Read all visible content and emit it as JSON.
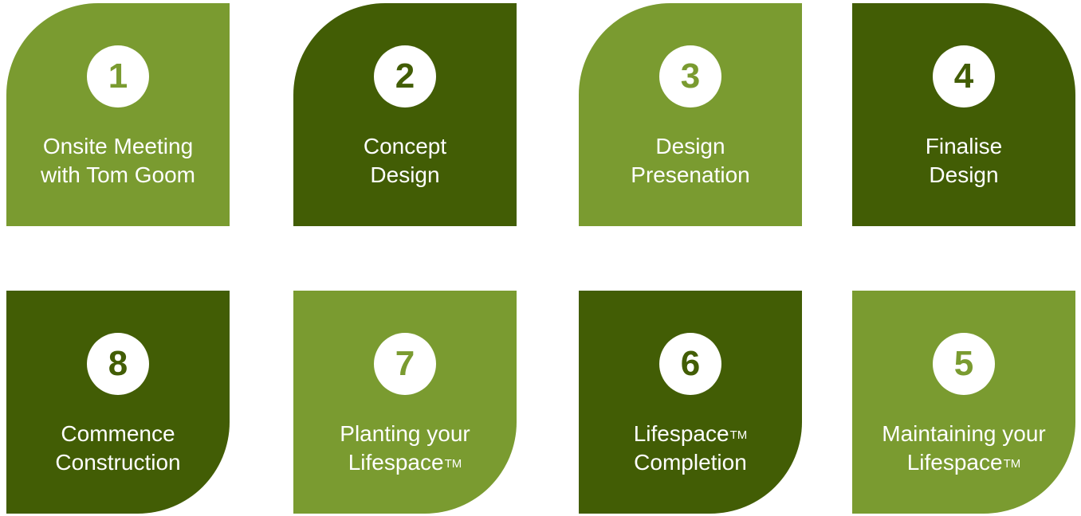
{
  "colors": {
    "light_green": "#7a9b30",
    "dark_green": "#425d05",
    "badge_bg": "#ffffff"
  },
  "steps": {
    "s1": {
      "number": "1",
      "line1": "Onsite Meeting",
      "line2": "with Tom Goom"
    },
    "s2": {
      "number": "2",
      "line1": "Concept",
      "line2": "Design"
    },
    "s3": {
      "number": "3",
      "line1": "Design",
      "line2": "Presenation"
    },
    "s4": {
      "number": "4",
      "line1": "Finalise",
      "line2": "Design"
    },
    "s5": {
      "number": "5",
      "line1": "Maintaining your",
      "line2": "Lifespace",
      "line2_sup": "TM"
    },
    "s6": {
      "number": "6",
      "line1": "Lifespace",
      "line1_sup": "TM",
      "line2": "Completion"
    },
    "s7": {
      "number": "7",
      "line1": "Planting your",
      "line2": "Lifespace",
      "line2_sup": "TM"
    },
    "s8": {
      "number": "8",
      "line1": "Commence",
      "line2": "Construction"
    }
  }
}
